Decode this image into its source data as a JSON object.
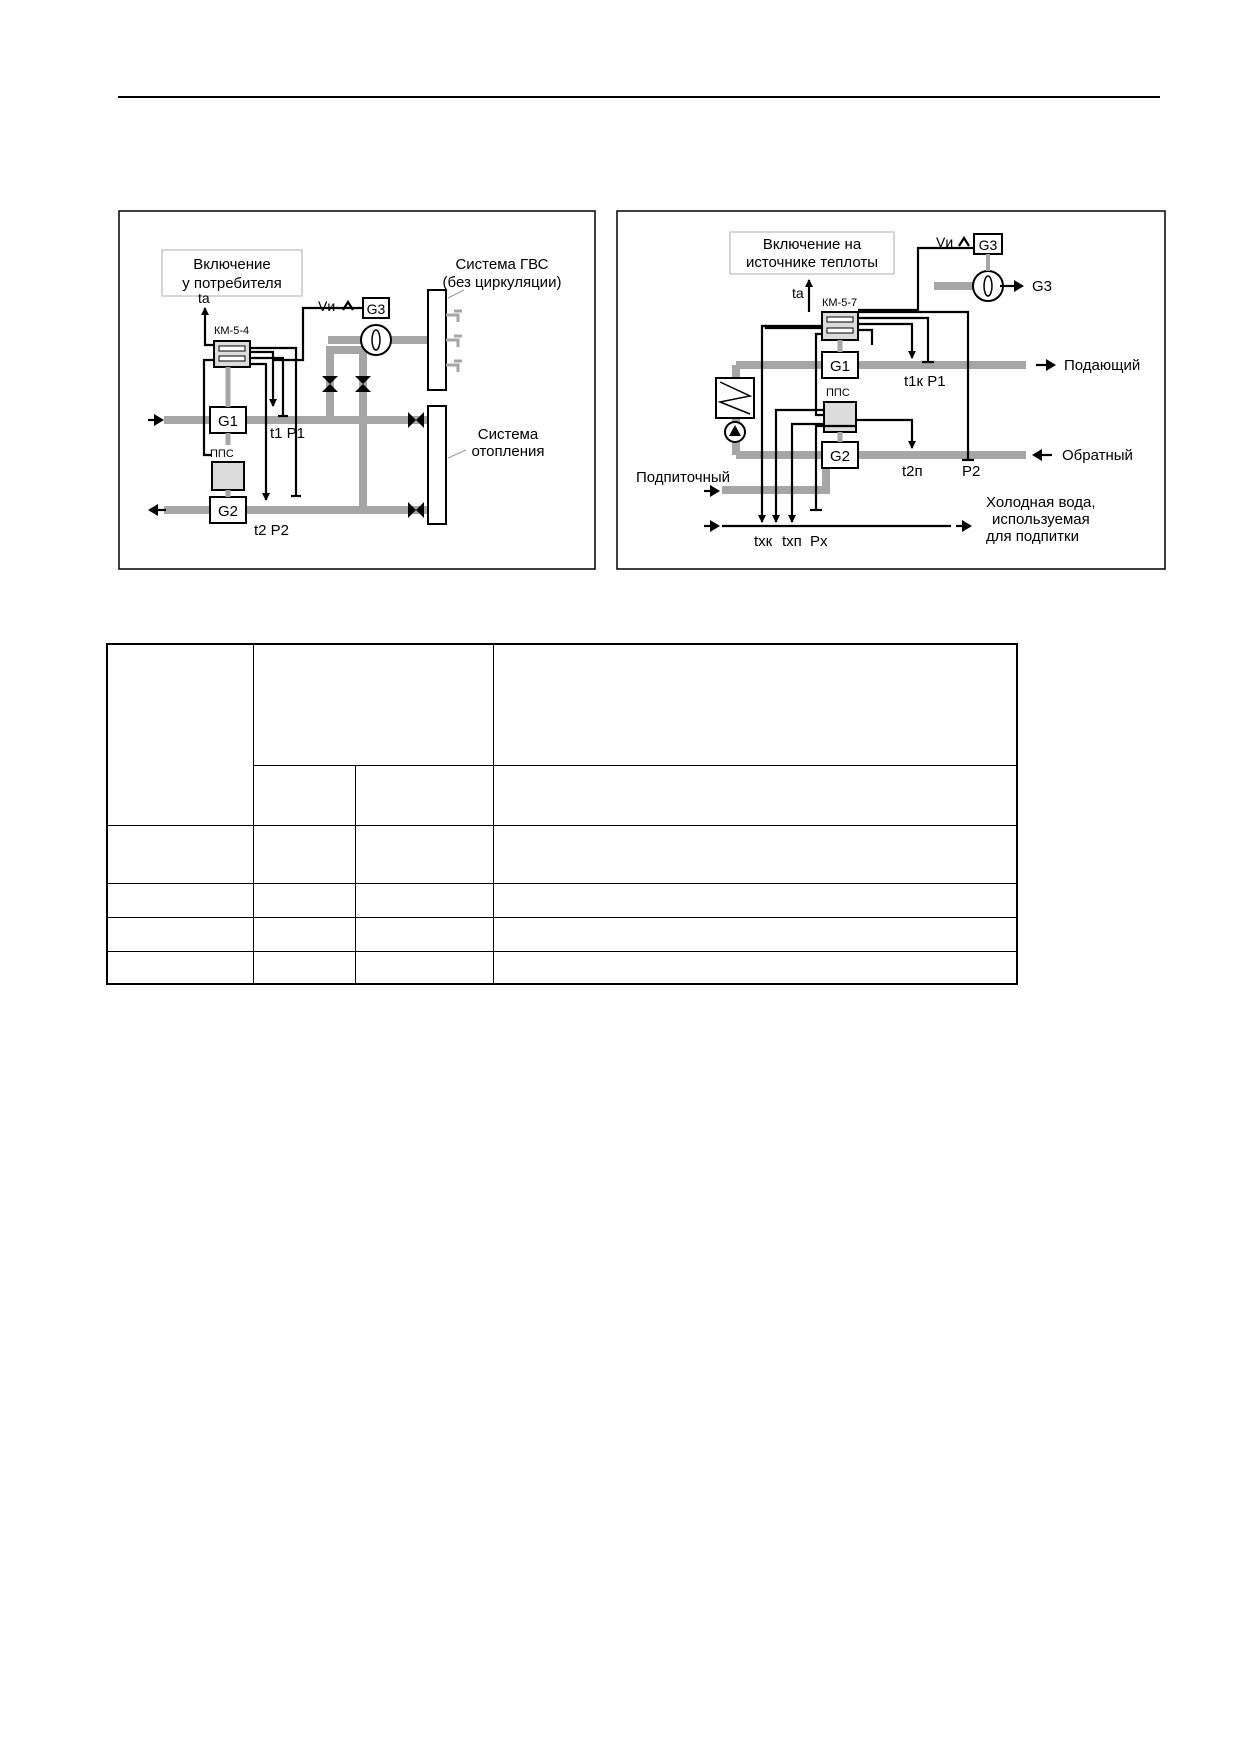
{
  "diagram_left": {
    "title_line1": "Включение",
    "title_line2": "у потребителя",
    "gvs_line1": "Система ГВС",
    "gvs_line2": "(без циркуляции)",
    "heating_line1": "Система",
    "heating_line2": "отопления",
    "ta": "ta",
    "vi": "Vи",
    "meter": "КМ-5-4",
    "g1": "G1",
    "g2": "G2",
    "g3": "G3",
    "pps": "ППС",
    "t1p1": "t1 P1",
    "t2p2": "t2 P2"
  },
  "diagram_right": {
    "title_line1": "Включение на",
    "title_line2": "источнике  теплоты",
    "vi": "Vи",
    "g3": "G3",
    "g3_out": "G3",
    "ta": "ta",
    "meter": "КМ-5-7",
    "g1": "G1",
    "g2": "G2",
    "pps": "ППС",
    "t1kp1": "t1к P1",
    "t2p": "t2п",
    "p2": "P2",
    "supply": "Подающий",
    "return": "Обратный",
    "makeup": "Подпиточный",
    "cold_line1": "Холодная вода,",
    "cold_line2": "используемая",
    "cold_line3": "для подпитки",
    "txk": "tхк",
    "txp": "tхп",
    "px": "Px"
  },
  "colors": {
    "pipe": "#a6a6a6",
    "sensor_fill": "#dcdcdc",
    "line": "#000000"
  }
}
